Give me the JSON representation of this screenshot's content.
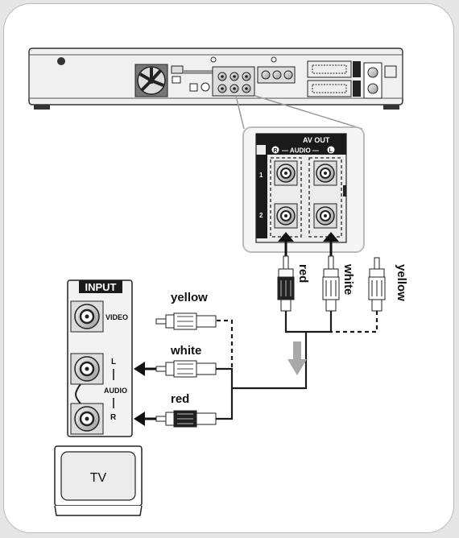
{
  "av_out": {
    "title": "AV OUT",
    "audio": "— AUDIO —",
    "right_mark": "R",
    "left_mark": "L",
    "rows": [
      "1",
      "2"
    ]
  },
  "input_panel": {
    "title": "INPUT",
    "video": "VIDEO",
    "l": "L",
    "audio": "AUDIO",
    "r": "R"
  },
  "cable_labels": {
    "yellow": "yellow",
    "white": "white",
    "red": "red"
  },
  "tv": {
    "label": "TV"
  },
  "colors": {
    "cable": "#1a1a1a",
    "panel": "#f2f2f2",
    "frame": "#c2c2c2"
  }
}
